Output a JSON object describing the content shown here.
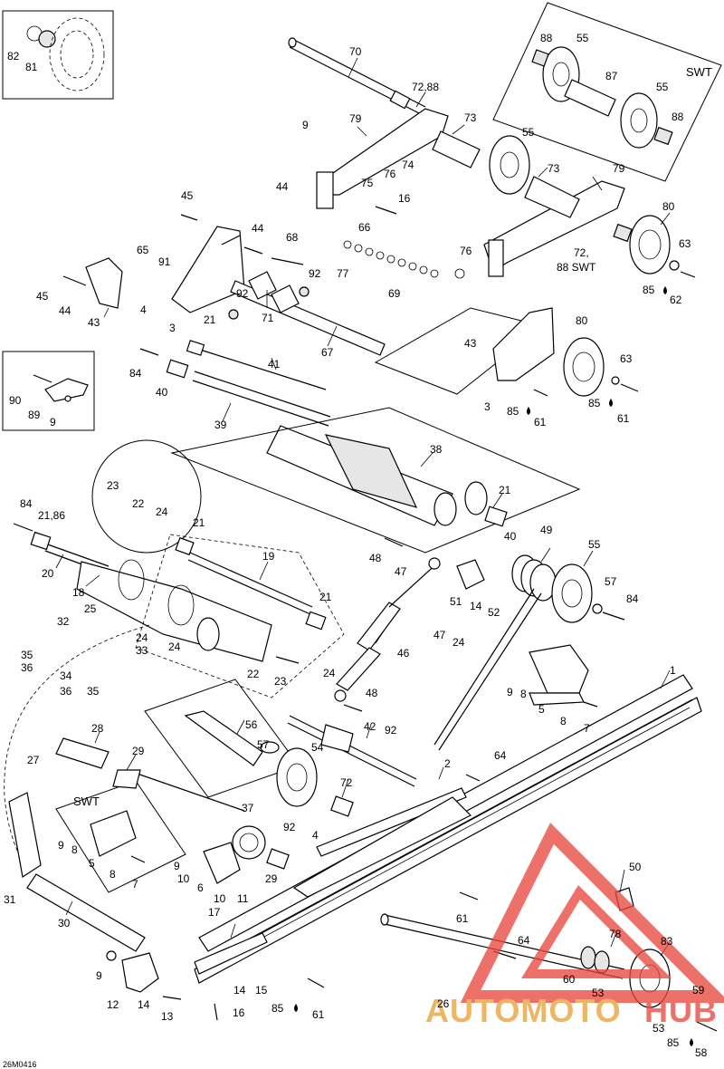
{
  "drawing_code": "26M0416",
  "variant_labels": {
    "swt_top": "SWT",
    "swt_bottom": "SWT"
  },
  "watermark": {
    "brand": "AUTOMOTO HUB",
    "colors": {
      "red": "#e8483f",
      "gold": "#e9a23a"
    }
  },
  "callouts": [
    "1",
    "2",
    "3",
    "4",
    "5",
    "6",
    "7",
    "8",
    "9",
    "10",
    "11",
    "12",
    "13",
    "14",
    "15",
    "16",
    "17",
    "18",
    "19",
    "20",
    "21",
    "22",
    "23",
    "24",
    "25",
    "26",
    "27",
    "28",
    "29",
    "30",
    "31",
    "32",
    "33",
    "34",
    "35",
    "36",
    "37",
    "38",
    "39",
    "40",
    "41",
    "42",
    "43",
    "44",
    "45",
    "46",
    "47",
    "48",
    "49",
    "50",
    "51",
    "52",
    "53",
    "54",
    "55",
    "56",
    "57",
    "58",
    "59",
    "60",
    "61",
    "62",
    "63",
    "64",
    "65",
    "66",
    "67",
    "68",
    "69",
    "70",
    "71",
    "72",
    "73",
    "74",
    "75",
    "76",
    "77",
    "78",
    "79",
    "80",
    "81",
    "82",
    "83",
    "84",
    "85",
    "86",
    "87",
    "88",
    "89",
    "90",
    "91",
    "92",
    "21,86",
    "72,88",
    "72,",
    "88 SWT"
  ],
  "labels": [
    {
      "id": "82",
      "text": "82"
    },
    {
      "id": "81",
      "text": "81"
    },
    {
      "id": "70",
      "text": "70"
    },
    {
      "id": "72-88",
      "text": "72,88"
    },
    {
      "id": "79a",
      "text": "79"
    },
    {
      "id": "9a",
      "text": "9"
    },
    {
      "id": "73a",
      "text": "73"
    },
    {
      "id": "55a",
      "text": "55"
    },
    {
      "id": "88a",
      "text": "88"
    },
    {
      "id": "55b",
      "text": "55"
    },
    {
      "id": "87",
      "text": "87"
    },
    {
      "id": "55c",
      "text": "55"
    },
    {
      "id": "88b",
      "text": "88"
    },
    {
      "id": "73b",
      "text": "73"
    },
    {
      "id": "79b",
      "text": "79"
    },
    {
      "id": "44a",
      "text": "44"
    },
    {
      "id": "75",
      "text": "75"
    },
    {
      "id": "76a",
      "text": "76"
    },
    {
      "id": "74",
      "text": "74"
    },
    {
      "id": "45a",
      "text": "45"
    },
    {
      "id": "16a",
      "text": "16"
    },
    {
      "id": "66",
      "text": "66"
    },
    {
      "id": "44b",
      "text": "44"
    },
    {
      "id": "68",
      "text": "68"
    },
    {
      "id": "80a",
      "text": "80"
    },
    {
      "id": "65",
      "text": "65"
    },
    {
      "id": "76b",
      "text": "76"
    },
    {
      "id": "63a",
      "text": "63"
    },
    {
      "id": "91",
      "text": "91"
    },
    {
      "id": "92a",
      "text": "92"
    },
    {
      "id": "77",
      "text": "77"
    },
    {
      "id": "72c",
      "text": "72,"
    },
    {
      "id": "88swt",
      "text": "88 SWT"
    },
    {
      "id": "45b",
      "text": "45"
    },
    {
      "id": "44c",
      "text": "44"
    },
    {
      "id": "69",
      "text": "69"
    },
    {
      "id": "85a",
      "text": "85"
    },
    {
      "id": "62",
      "text": "62"
    },
    {
      "id": "4a",
      "text": "4"
    },
    {
      "id": "92b",
      "text": "92"
    },
    {
      "id": "43a",
      "text": "43"
    },
    {
      "id": "71",
      "text": "71"
    },
    {
      "id": "3a",
      "text": "3"
    },
    {
      "id": "21a",
      "text": "21"
    },
    {
      "id": "67",
      "text": "67"
    },
    {
      "id": "80b",
      "text": "80"
    },
    {
      "id": "43b",
      "text": "43"
    },
    {
      "id": "84a",
      "text": "84"
    },
    {
      "id": "41",
      "text": "41"
    },
    {
      "id": "63b",
      "text": "63"
    },
    {
      "id": "40a",
      "text": "40"
    },
    {
      "id": "90",
      "text": "90"
    },
    {
      "id": "89",
      "text": "89"
    },
    {
      "id": "9b",
      "text": "9"
    },
    {
      "id": "3b",
      "text": "3"
    },
    {
      "id": "85b",
      "text": "85"
    },
    {
      "id": "61a",
      "text": "61"
    },
    {
      "id": "85c",
      "text": "85"
    },
    {
      "id": "61b",
      "text": "61"
    },
    {
      "id": "39",
      "text": "39"
    },
    {
      "id": "38",
      "text": "38"
    },
    {
      "id": "23a",
      "text": "23"
    },
    {
      "id": "22a",
      "text": "22"
    },
    {
      "id": "24a",
      "text": "24"
    },
    {
      "id": "21b",
      "text": "21"
    },
    {
      "id": "84b",
      "text": "84"
    },
    {
      "id": "21-86",
      "text": "21,86"
    },
    {
      "id": "21c",
      "text": "21"
    },
    {
      "id": "40b",
      "text": "40"
    },
    {
      "id": "49",
      "text": "49"
    },
    {
      "id": "20",
      "text": "20"
    },
    {
      "id": "19",
      "text": "19"
    },
    {
      "id": "48a",
      "text": "48"
    },
    {
      "id": "47a",
      "text": "47"
    },
    {
      "id": "55d",
      "text": "55"
    },
    {
      "id": "18",
      "text": "18"
    },
    {
      "id": "57a",
      "text": "57"
    },
    {
      "id": "21d",
      "text": "21"
    },
    {
      "id": "51",
      "text": "51"
    },
    {
      "id": "14a",
      "text": "14"
    },
    {
      "id": "52",
      "text": "52"
    },
    {
      "id": "84c",
      "text": "84"
    },
    {
      "id": "25",
      "text": "25"
    },
    {
      "id": "32",
      "text": "32"
    },
    {
      "id": "24b",
      "text": "24"
    },
    {
      "id": "33",
      "text": "33"
    },
    {
      "id": "47b",
      "text": "47"
    },
    {
      "id": "24c",
      "text": "24"
    },
    {
      "id": "35a",
      "text": "35"
    },
    {
      "id": "36a",
      "text": "36"
    },
    {
      "id": "24d",
      "text": "24"
    },
    {
      "id": "46",
      "text": "46"
    },
    {
      "id": "1",
      "text": "1"
    },
    {
      "id": "34",
      "text": "34"
    },
    {
      "id": "36b",
      "text": "36"
    },
    {
      "id": "35b",
      "text": "35"
    },
    {
      "id": "22b",
      "text": "22"
    },
    {
      "id": "23b",
      "text": "23"
    },
    {
      "id": "9c",
      "text": "9"
    },
    {
      "id": "8a",
      "text": "8"
    },
    {
      "id": "5a",
      "text": "5"
    },
    {
      "id": "24e",
      "text": "24"
    },
    {
      "id": "48b",
      "text": "48"
    },
    {
      "id": "8b",
      "text": "8"
    },
    {
      "id": "7a",
      "text": "7"
    },
    {
      "id": "56",
      "text": "56"
    },
    {
      "id": "42",
      "text": "42"
    },
    {
      "id": "92c",
      "text": "92"
    },
    {
      "id": "28",
      "text": "28"
    },
    {
      "id": "27",
      "text": "27"
    },
    {
      "id": "29a",
      "text": "29"
    },
    {
      "id": "57b",
      "text": "57"
    },
    {
      "id": "54",
      "text": "54"
    },
    {
      "id": "64a",
      "text": "64"
    },
    {
      "id": "2",
      "text": "2"
    },
    {
      "id": "72b",
      "text": "72"
    },
    {
      "id": "37",
      "text": "37"
    },
    {
      "id": "92d",
      "text": "92"
    },
    {
      "id": "9d",
      "text": "9"
    },
    {
      "id": "8c",
      "text": "8"
    },
    {
      "id": "4b",
      "text": "4"
    },
    {
      "id": "5b",
      "text": "5"
    },
    {
      "id": "8d",
      "text": "8"
    },
    {
      "id": "9e",
      "text": "9"
    },
    {
      "id": "7b",
      "text": "7"
    },
    {
      "id": "10a",
      "text": "10"
    },
    {
      "id": "29b",
      "text": "29"
    },
    {
      "id": "6",
      "text": "6"
    },
    {
      "id": "10b",
      "text": "10"
    },
    {
      "id": "11",
      "text": "11"
    },
    {
      "id": "50",
      "text": "50"
    },
    {
      "id": "31",
      "text": "31"
    },
    {
      "id": "61c",
      "text": "61"
    },
    {
      "id": "17",
      "text": "17"
    },
    {
      "id": "30",
      "text": "30"
    },
    {
      "id": "78",
      "text": "78"
    },
    {
      "id": "64b",
      "text": "64"
    },
    {
      "id": "83",
      "text": "83"
    },
    {
      "id": "9f",
      "text": "9"
    },
    {
      "id": "60",
      "text": "60"
    },
    {
      "id": "59",
      "text": "59"
    },
    {
      "id": "12",
      "text": "12"
    },
    {
      "id": "14b",
      "text": "14"
    },
    {
      "id": "14c",
      "text": "14"
    },
    {
      "id": "15",
      "text": "15"
    },
    {
      "id": "53a",
      "text": "53"
    },
    {
      "id": "26",
      "text": "26"
    },
    {
      "id": "85d",
      "text": "85"
    },
    {
      "id": "13",
      "text": "13"
    },
    {
      "id": "16b",
      "text": "16"
    },
    {
      "id": "61d",
      "text": "61"
    },
    {
      "id": "53b",
      "text": "53"
    },
    {
      "id": "85e",
      "text": "85"
    },
    {
      "id": "58",
      "text": "58"
    }
  ]
}
